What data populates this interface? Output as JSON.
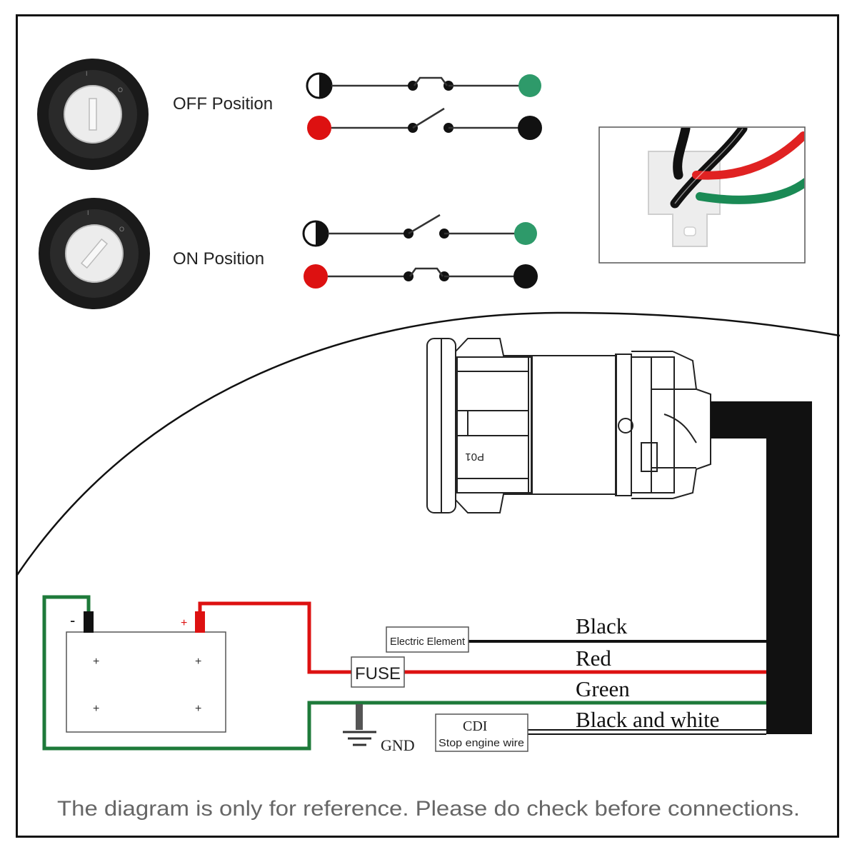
{
  "positions": {
    "off_label": "OFF Position",
    "on_label": "ON Position"
  },
  "connector": {
    "code": "P01"
  },
  "wires": [
    {
      "name": "Black",
      "color": "#111111"
    },
    {
      "name": "Red",
      "color": "#dd1111"
    },
    {
      "name": "Green",
      "color": "#1e7a3a"
    },
    {
      "name": "Black and white",
      "color": "#111111"
    }
  ],
  "components": {
    "electric_element": "Electric Element",
    "fuse": "FUSE",
    "gnd": "GND",
    "cdi": "CDI",
    "cdi_sub": "Stop engine wire",
    "battery_neg": "-",
    "battery_pos": "+",
    "battery_cells": "+"
  },
  "terminal_colors": {
    "split": "#111111",
    "red": "#dd1111",
    "green": "#2e9a6a",
    "black": "#111111"
  },
  "footer_note": "The diagram is only for reference. Please do check before connections."
}
